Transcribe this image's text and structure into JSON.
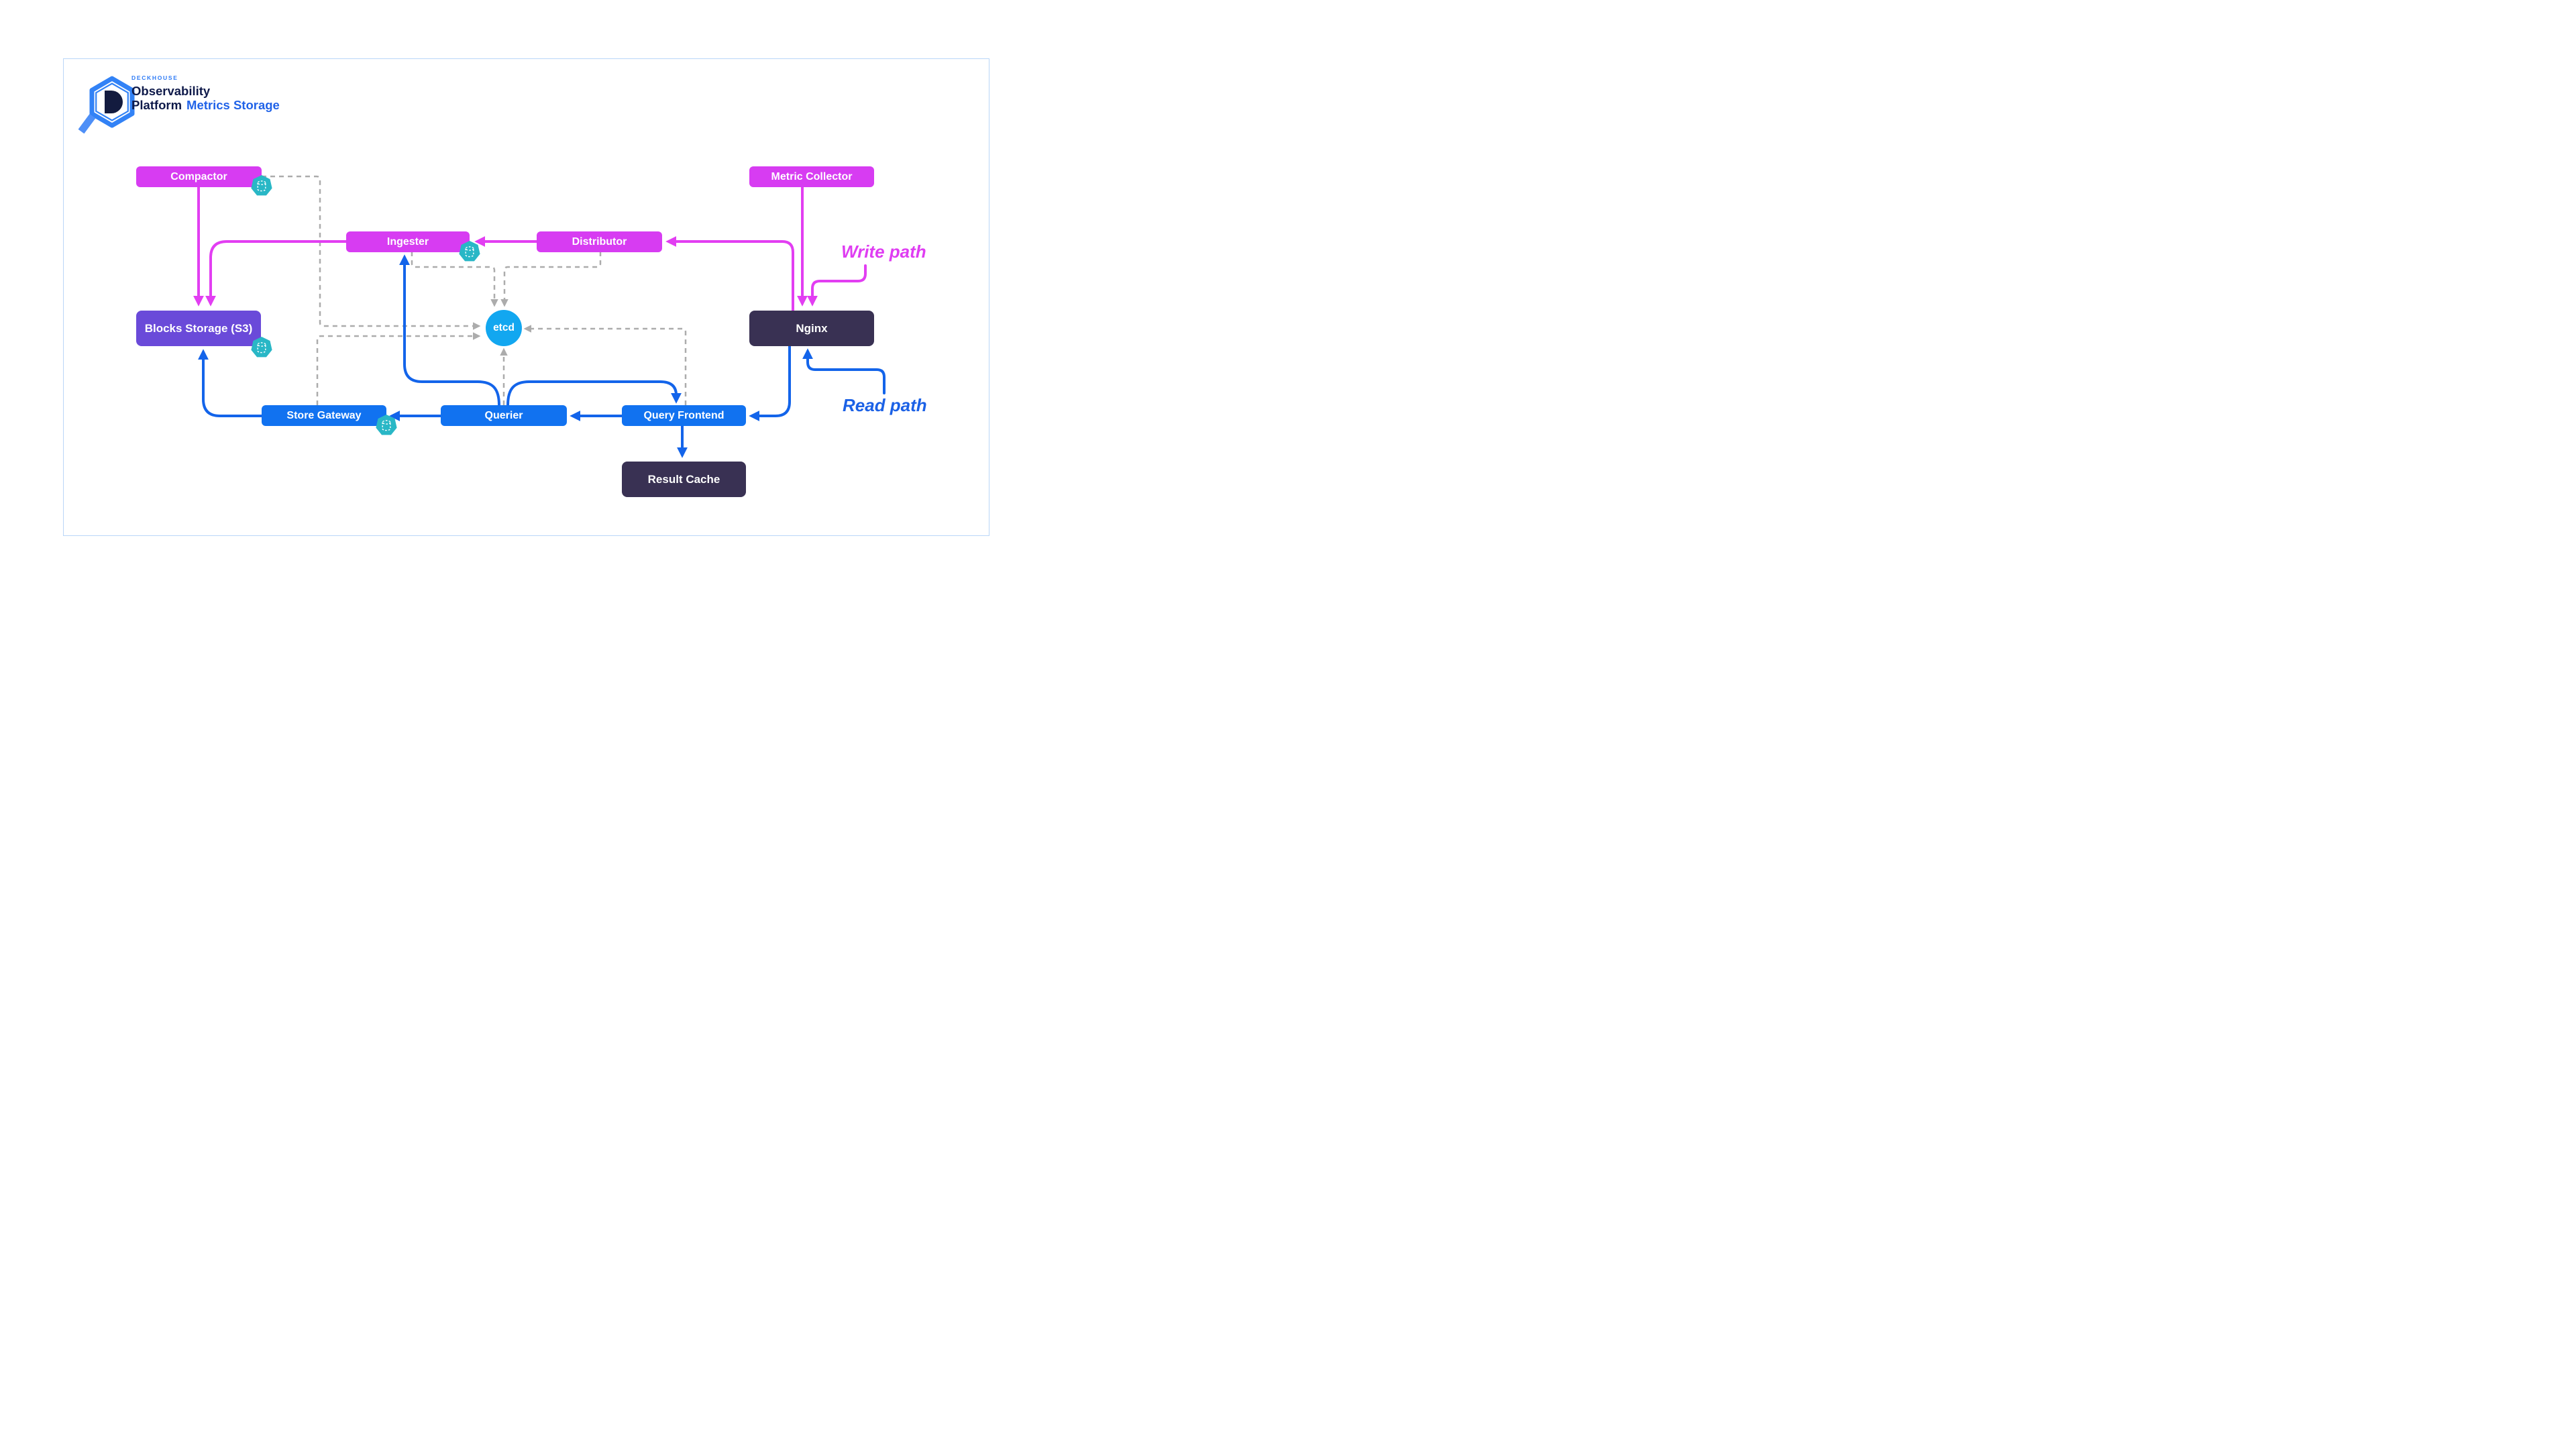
{
  "logo": {
    "brand": "DECKHOUSE",
    "title_line1": "Observability",
    "title_line2": "Platform",
    "product": "Metrics Storage"
  },
  "annotations": {
    "write_path": "Write path",
    "read_path": "Read path"
  },
  "nodes": {
    "compactor": {
      "label": "Compactor",
      "type": "write"
    },
    "metric_collector": {
      "label": "Metric Collector",
      "type": "write"
    },
    "ingester": {
      "label": "Ingester",
      "type": "write"
    },
    "distributor": {
      "label": "Distributor",
      "type": "write"
    },
    "blocks_storage": {
      "label": "Blocks Storage (S3)",
      "type": "storage"
    },
    "nginx": {
      "label": "Nginx",
      "type": "infra"
    },
    "etcd": {
      "label": "etcd",
      "type": "kv-store"
    },
    "store_gateway": {
      "label": "Store Gateway",
      "type": "read"
    },
    "querier": {
      "label": "Querier",
      "type": "read"
    },
    "query_frontend": {
      "label": "Query Frontend",
      "type": "read"
    },
    "result_cache": {
      "label": "Result Cache",
      "type": "infra"
    }
  },
  "edges": [
    {
      "from": "metric_collector",
      "to": "nginx",
      "path": "write"
    },
    {
      "from": "nginx",
      "to": "distributor",
      "path": "write"
    },
    {
      "from": "distributor",
      "to": "ingester",
      "path": "write"
    },
    {
      "from": "ingester",
      "to": "blocks_storage",
      "path": "write"
    },
    {
      "from": "compactor",
      "to": "blocks_storage",
      "path": "write"
    },
    {
      "from": "nginx",
      "to": "query_frontend",
      "path": "read"
    },
    {
      "from": "query_frontend",
      "to": "querier",
      "path": "read"
    },
    {
      "from": "querier",
      "to": "store_gateway",
      "path": "read"
    },
    {
      "from": "store_gateway",
      "to": "blocks_storage",
      "path": "read"
    },
    {
      "from": "querier",
      "to": "ingester",
      "path": "read"
    },
    {
      "from": "querier",
      "to": "query_frontend",
      "path": "read"
    },
    {
      "from": "query_frontend",
      "to": "result_cache",
      "path": "read"
    },
    {
      "from": "compactor",
      "to": "etcd",
      "path": "discovery"
    },
    {
      "from": "store_gateway",
      "to": "etcd",
      "path": "discovery"
    },
    {
      "from": "ingester",
      "to": "etcd",
      "path": "discovery"
    },
    {
      "from": "distributor",
      "to": "etcd",
      "path": "discovery"
    },
    {
      "from": "querier",
      "to": "etcd",
      "path": "discovery"
    },
    {
      "from": "query_frontend",
      "to": "etcd",
      "path": "discovery"
    }
  ],
  "pods_attached_to": [
    "compactor",
    "ingester",
    "blocks_storage",
    "store_gateway"
  ],
  "colors": {
    "write_node": "#d73cf2",
    "write_arrow": "#e23ef2",
    "read_node": "#1172f0",
    "read_arrow": "#1364ea",
    "storage_node": "#6a4ad9",
    "infra_node": "#393153",
    "etcd_node": "#12a7f0",
    "pod_icon": "#29b7c6",
    "discovery_arrow": "#acacac",
    "frame_border": "#b9d6f8",
    "brand_blue": "#2e7bf6",
    "brand_navy": "#0f1a4a",
    "product_blue": "#2163e8"
  }
}
